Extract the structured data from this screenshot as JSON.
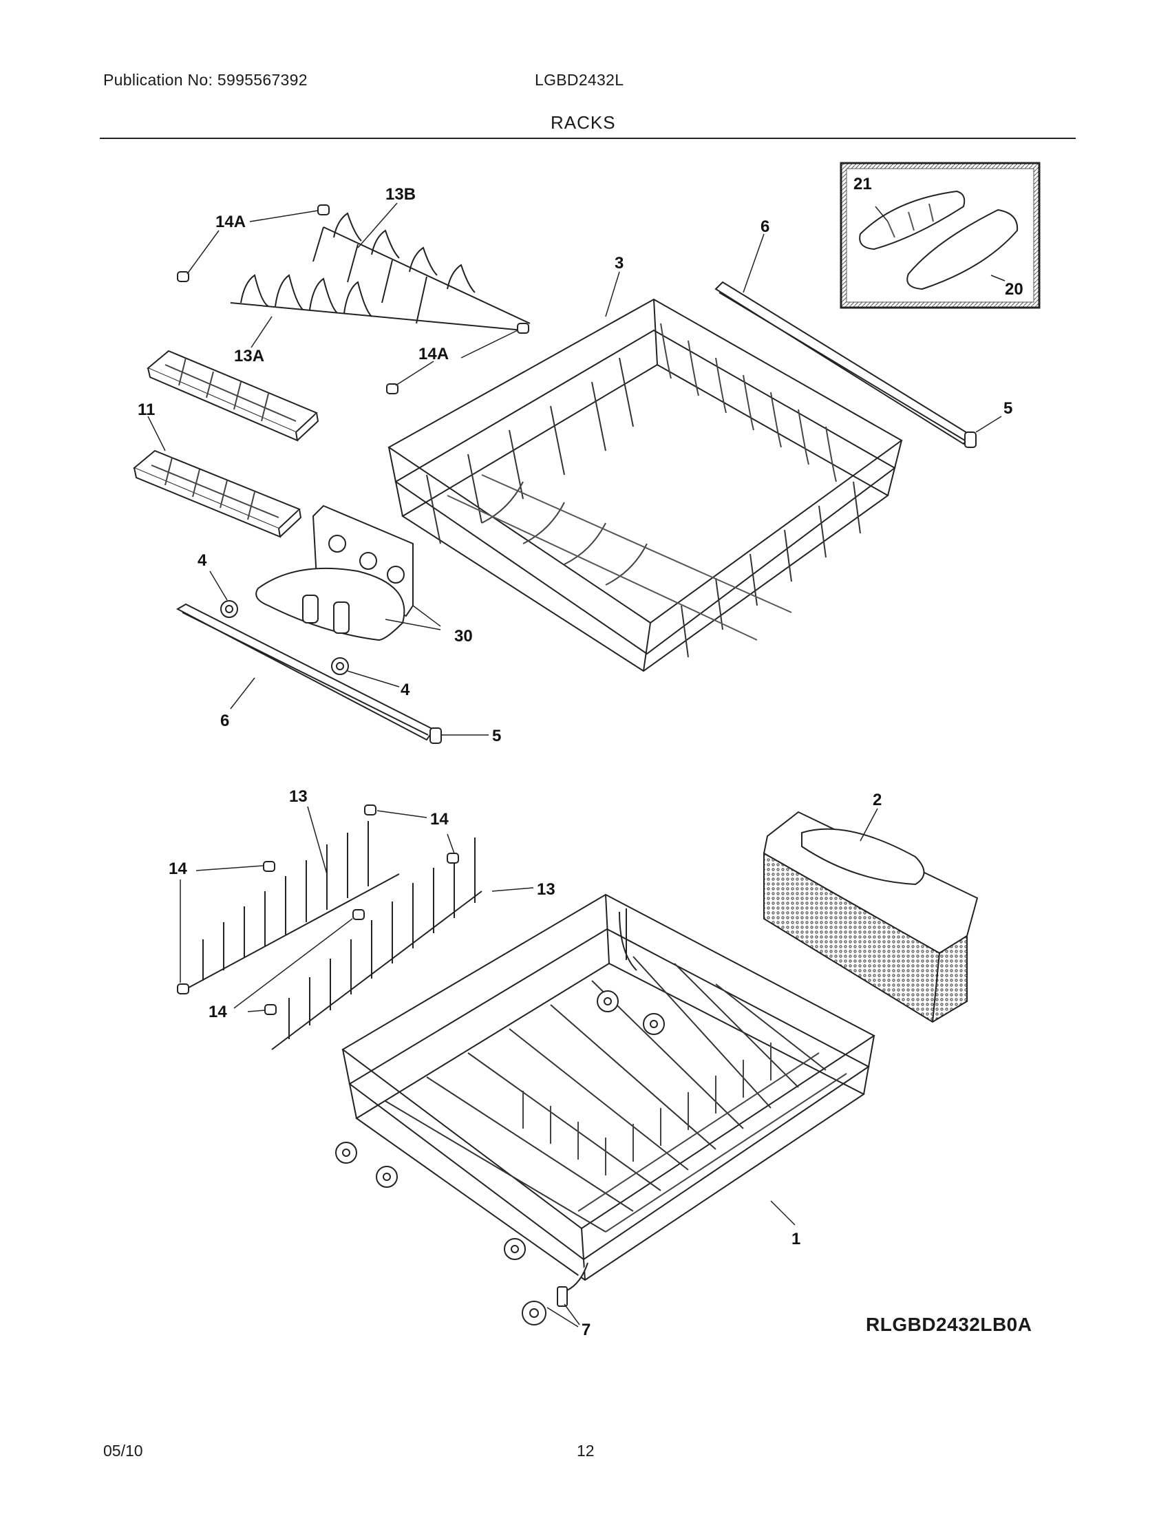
{
  "header": {
    "publication": "Publication No: 5995567392",
    "model": "LGBD2432L",
    "section": "RACKS"
  },
  "callouts": {
    "c1": "1",
    "c2": "2",
    "c3": "3",
    "c4a": "4",
    "c4b": "4",
    "c5a": "5",
    "c5b": "5",
    "c6a": "6",
    "c6b": "6",
    "c7": "7",
    "c11": "11",
    "c13a": "13",
    "c13b": "13",
    "c13A": "13A",
    "c13B": "13B",
    "c14a": "14",
    "c14b": "14",
    "c14c": "14",
    "c14Aa": "14A",
    "c14Ab": "14A",
    "c20": "20",
    "c21": "21",
    "c30": "30"
  },
  "diagram_code": "RLGBD2432LB0A",
  "footer": {
    "date": "05/10",
    "page": "12"
  }
}
